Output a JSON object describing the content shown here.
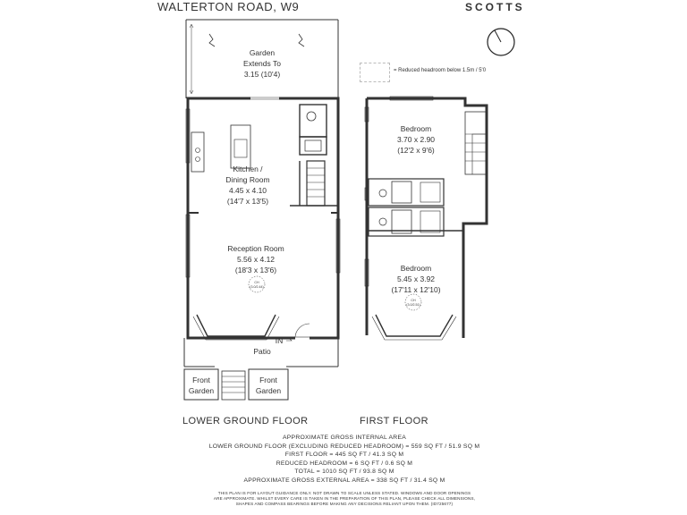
{
  "header": {
    "address": "WALTERTON ROAD, W9",
    "brand": "SCOTTS"
  },
  "legend": {
    "text": "= Reduced headroom below 1.5m / 5'0"
  },
  "rooms": {
    "garden": {
      "l1": "Garden",
      "l2": "Extends To",
      "l3": "3.15 (10'4)"
    },
    "kitchen": {
      "l1": "Kitchen /",
      "l2": "Dining Room",
      "l3": "4.45 x 4.10",
      "l4": "(14'7 x 13'5)"
    },
    "reception": {
      "l1": "Reception Room",
      "l2": "5.56 x 4.12",
      "l3": "(18'3 x 13'6)"
    },
    "patio": "Patio",
    "in_label": "IN",
    "front_garden_left": {
      "l1": "Front",
      "l2": "Garden"
    },
    "front_garden_right": {
      "l1": "Front",
      "l2": "Garden"
    },
    "bedroom1": {
      "l1": "Bedroom",
      "l2": "3.70 x 2.90",
      "l3": "(12'2 x 9'6)"
    },
    "bedroom2": {
      "l1": "Bedroom",
      "l2": "5.45 x 3.92",
      "l3": "(17'11 x 12'10)"
    },
    "ch1": {
      "l1": "CH",
      "l2": "(3.0/2.44)"
    },
    "ch2": {
      "l1": "CH",
      "l2": "(3.0/2.51)"
    }
  },
  "floors": {
    "lower": "LOWER GROUND FLOOR",
    "first": "FIRST FLOOR"
  },
  "areas": {
    "line1": "APPROXIMATE GROSS INTERNAL AREA",
    "line2": "LOWER GROUND FLOOR (EXCLUDING REDUCED HEADROOM) = 559 SQ FT / 51.9 SQ M",
    "line3": "FIRST FLOOR = 445 SQ FT / 41.3 SQ M",
    "line4": "REDUCED HEADROOM = 6 SQ FT / 0.6 SQ M",
    "line5": "TOTAL = 1010 SQ FT / 93.8 SQ M",
    "line6": "APPROXIMATE GROSS EXTERNAL AREA = 338 SQ FT / 31.4 SQ M"
  },
  "disclaimer": {
    "line1": "THIS PLAN IS FOR LAYOUT GUIDANCE ONLY. NOT DRAWN TO SCALE UNLESS STATED. WINDOWS AND DOOR OPENINGS",
    "line2": "ARE APPROXIMATE. WHILST EVERY CARE IS TAKEN IN THE PREPARATION OF THIS PLAN, PLEASE CHECK ALL DIMENSIONS,",
    "line3": "SHAPES AND COMPASS BEARINGS BEFORE MAKING ANY DECISIONS RELIANT UPON THEM. (ID725677)"
  }
}
